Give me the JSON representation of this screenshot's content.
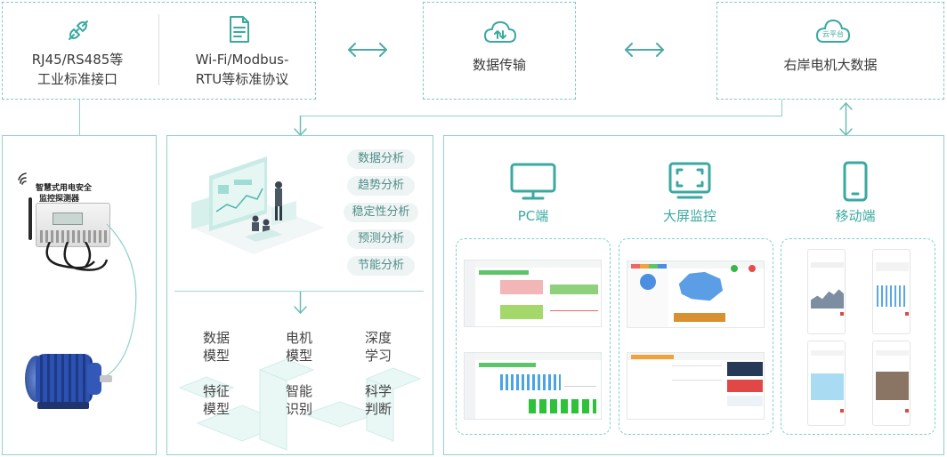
{
  "interfaces": {
    "industrial_label": "RJ45/RS485等\n工业标准接口",
    "wireless_label": "Wi-Fi/Modbus-\nRTU等标准协议"
  },
  "transfer": {
    "label": "数据传输"
  },
  "cloud": {
    "label": "右岸电机大数据",
    "icon_text": "云平台"
  },
  "device": {
    "label_line1": "智慧式用电安全",
    "label_line2": "监控探测器"
  },
  "analysis": {
    "tags": [
      "数据分析",
      "趋势分析",
      "稳定性分析",
      "预测分析",
      "节能分析"
    ]
  },
  "models": [
    {
      "line1": "数据",
      "line2": "模型"
    },
    {
      "line1": "电机",
      "line2": "模型"
    },
    {
      "line1": "深度",
      "line2": "学习"
    },
    {
      "line1": "特征",
      "line2": "模型"
    },
    {
      "line1": "智能",
      "line2": "识别"
    },
    {
      "line1": "科学",
      "line2": "判断"
    }
  ],
  "terminals": [
    {
      "label": "PC端",
      "icon": "monitor-icon"
    },
    {
      "label": "大屏监控",
      "icon": "fullscreen-icon"
    },
    {
      "label": "移动端",
      "icon": "mobile-phone-icon"
    }
  ],
  "colors": {
    "accent": "#3aa9a0",
    "dashed": "#7fc9c2",
    "tag_bg": "#eef3f3"
  }
}
